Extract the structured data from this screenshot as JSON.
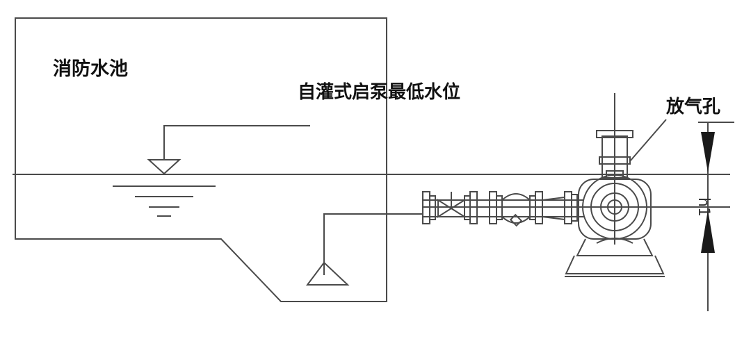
{
  "labels": {
    "pool": "消防水池",
    "min_level": "自灌式启泵最低水位",
    "vent_hole": "放气孔",
    "height": "h1"
  },
  "colors": {
    "line": "#4a4a4a",
    "text": "#111111",
    "background": "#ffffff"
  }
}
